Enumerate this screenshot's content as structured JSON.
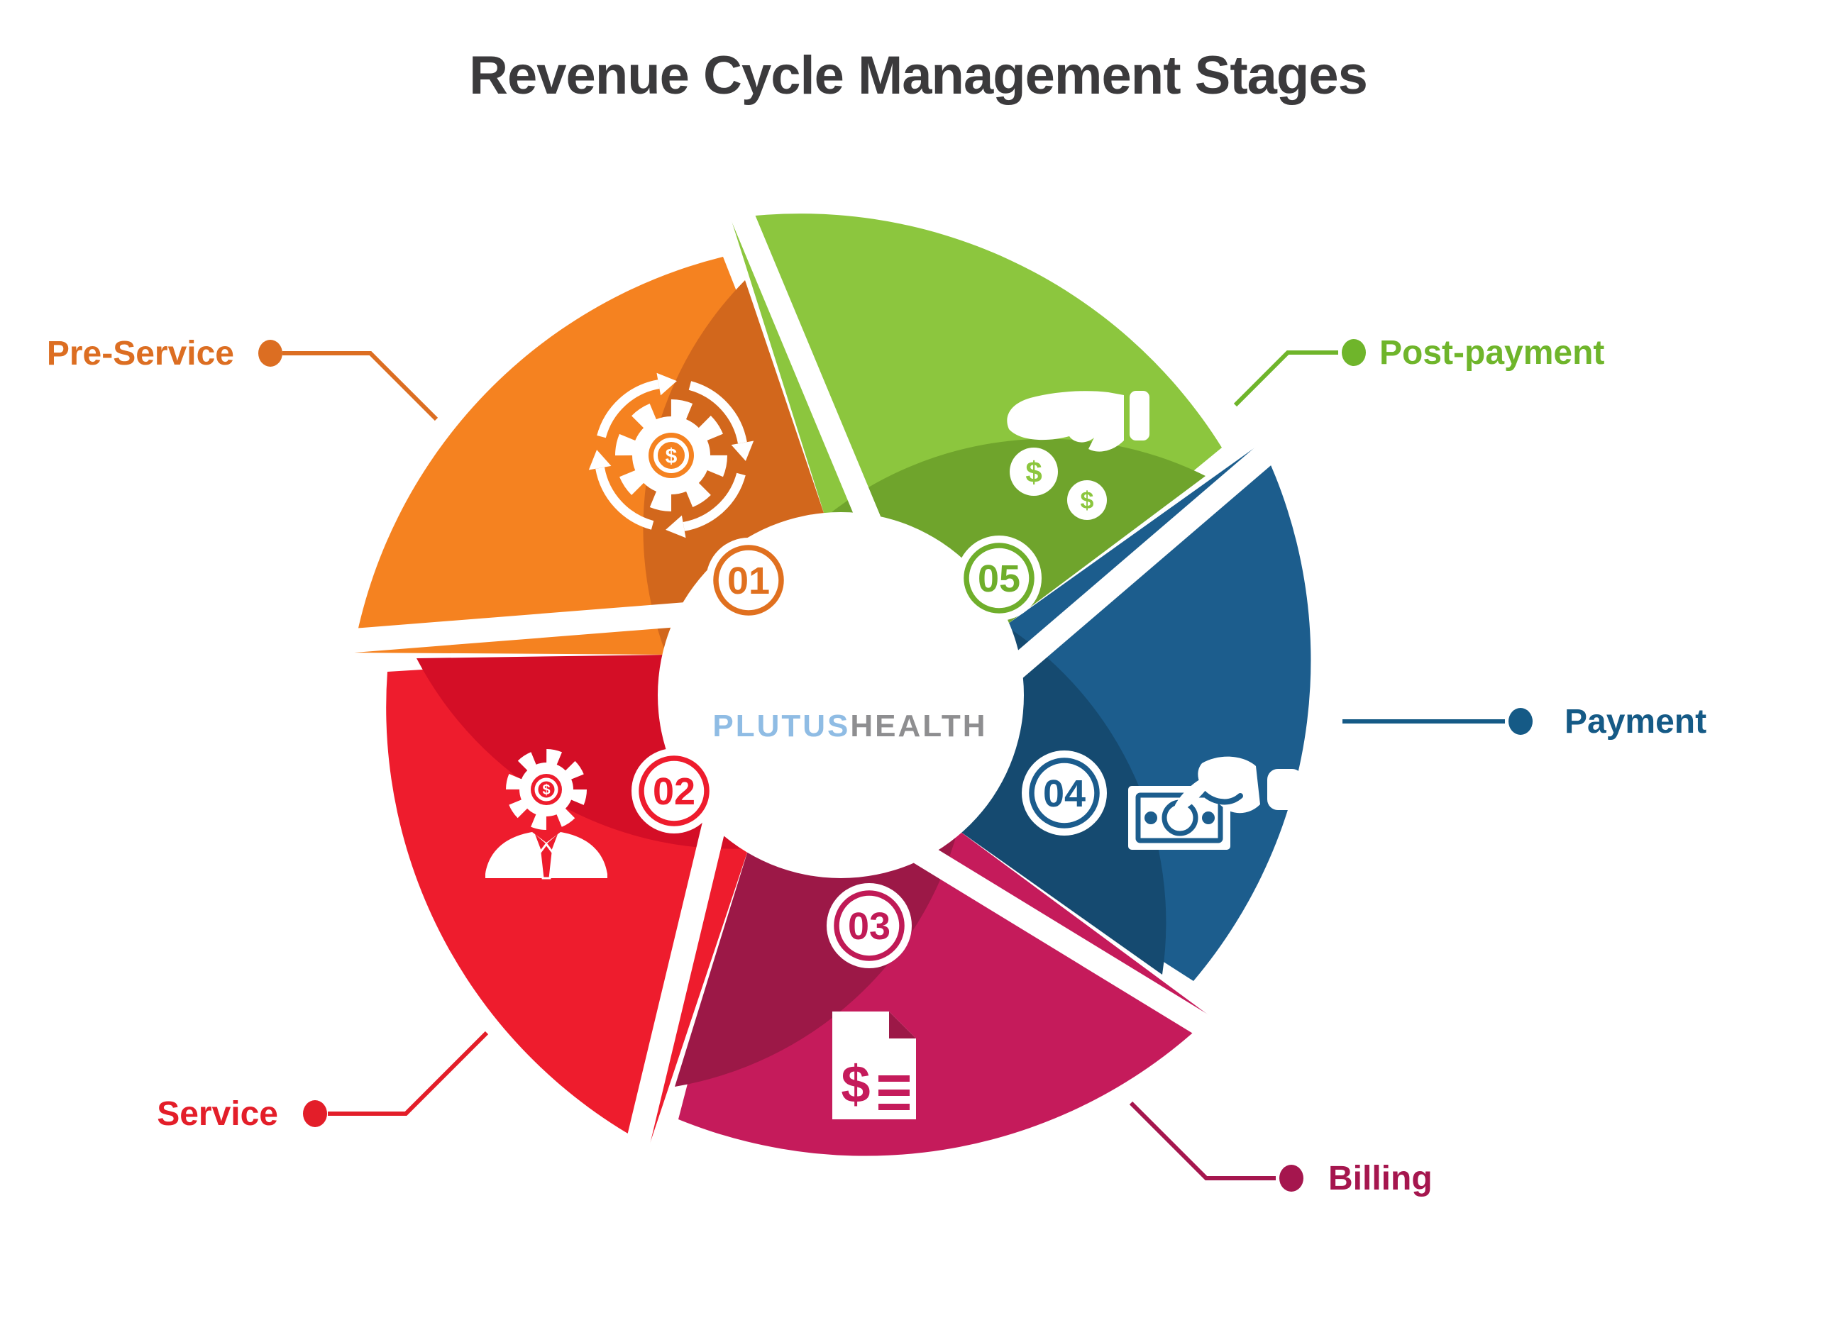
{
  "title": "Revenue Cycle Management Stages",
  "logo": {
    "part1": "PLUTUS",
    "part2": "HEALTH",
    "part1_color": "#8FBCE4",
    "part2_color": "#8E8E90"
  },
  "icons": {
    "dollar": "$"
  },
  "colors": {
    "background": "#FFFFFF",
    "title": "#3B3A3C"
  },
  "stages": [
    {
      "id": "pre-service",
      "number": "01",
      "label": "Pre-Service",
      "color_light": "#F58220",
      "color_dark": "#D2671C",
      "label_color": "#DC6E22",
      "badge_color": "#E0701F",
      "icon": "cycle-gear-dollar-icon"
    },
    {
      "id": "service",
      "number": "02",
      "label": "Service",
      "color_light": "#EE1C2D",
      "color_dark": "#D40E26",
      "label_color": "#E31E29",
      "badge_color": "#EE1C2D",
      "icon": "person-gear-dollar-icon"
    },
    {
      "id": "billing",
      "number": "03",
      "label": "Billing",
      "color_light": "#C51B5B",
      "color_dark": "#9C1847",
      "label_color": "#A5164E",
      "badge_color": "#C01A56",
      "icon": "invoice-dollar-icon"
    },
    {
      "id": "payment",
      "number": "04",
      "label": "Payment",
      "color_light": "#1C5D8D",
      "color_dark": "#154A70",
      "label_color": "#155A86",
      "badge_color": "#1B5C8D",
      "icon": "hand-money-bill-icon"
    },
    {
      "id": "post-payment",
      "number": "05",
      "label": "Post-payment",
      "color_light": "#8CC63E",
      "color_dark": "#6FA42C",
      "label_color": "#6FB52B",
      "badge_color": "#6FAE2B",
      "icon": "hand-dollar-coins-icon"
    }
  ]
}
